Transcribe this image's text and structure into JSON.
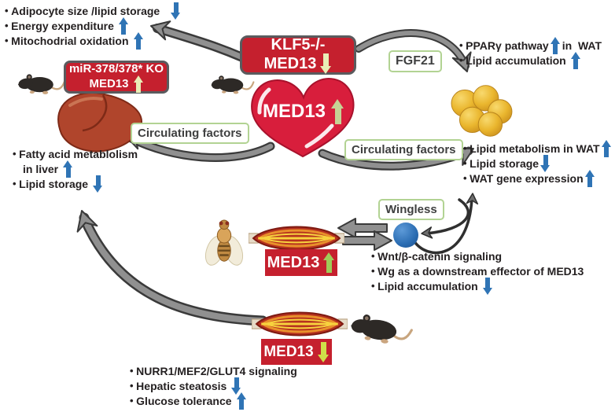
{
  "figure": {
    "title_hint": "MED13 signaling diagram",
    "colors": {
      "red_box": "#c5202e",
      "heart_red": "#d81e3c",
      "label_border_green": "#b2d393",
      "blue_arrow": "#2f74b5",
      "pale_box_arrow": "#e9edb6",
      "gray_connector": "#909090",
      "adipocyte_gold": "#eab62e",
      "muscle_red": "#b7321f",
      "wg_ball_blue": "#2a6cb2"
    },
    "top_left_list": {
      "items": [
        {
          "text": "Adipocyte size /lipid storage",
          "arrow": "down"
        },
        {
          "text": "Energy expenditure",
          "arrow": "up"
        },
        {
          "text": "Mitochodrial oxidation",
          "arrow": "up"
        }
      ]
    },
    "klf5_box": {
      "line1": "KLF5-/-",
      "line2": "MED13",
      "arrow": "down"
    },
    "fgf21_label": "FGF21",
    "top_right_list": {
      "items": [
        {
          "pre": "PPARγ pathway",
          "arrow": "up",
          "post": "in  WAT"
        },
        {
          "pre": "Lipid accumulation",
          "arrow": "up",
          "post": ""
        }
      ]
    },
    "mir_box": {
      "line1": "miR-378/378* KO",
      "line2": "MED13",
      "arrow": "up"
    },
    "heart": {
      "label": "MED13",
      "arrow": "up"
    },
    "circulating_left_label": "Circulating factors",
    "circulating_right_label": "Circulating factors",
    "liver_list": {
      "items": [
        {
          "text": "Fatty acid metablolism",
          "arrow": "none"
        },
        {
          "text": "in liver",
          "arrow": "up"
        },
        {
          "text": "Lipid storage",
          "arrow": "down"
        }
      ]
    },
    "wat_list": {
      "items": [
        {
          "text": "Lipid metabolism in WAT",
          "arrow": "up"
        },
        {
          "text": "Lipid storage",
          "arrow": "down"
        },
        {
          "text": "WAT gene expression",
          "arrow": "up"
        }
      ]
    },
    "wingless_label": "Wingless",
    "muscle1_box": {
      "label": "MED13",
      "arrow": "up"
    },
    "muscle2_box": {
      "label": "MED13",
      "arrow": "down"
    },
    "wnt_list": {
      "items": [
        {
          "text": "Wnt/β-catenin signaling",
          "arrow": "none"
        },
        {
          "text": "Wg as a downstream effector of MED13",
          "arrow": "none"
        },
        {
          "text": "Lipid accumulation",
          "arrow": "down"
        }
      ]
    },
    "bottom_list": {
      "items": [
        {
          "text": "NURR1/MEF2/GLUT4 signaling",
          "arrow": "none"
        },
        {
          "text": "Hepatic steatosis",
          "arrow": "down"
        },
        {
          "text": "Glucose tolerance",
          "arrow": "up"
        }
      ]
    },
    "connections": [
      "heart to top-left effects",
      "KLF5 box via FGF21 to adipose",
      "heart via circulating factors to liver",
      "heart via circulating factors to WAT",
      "muscle to Wg ball (bidirectional)",
      "Wingless to Wg ball",
      "Wg ball to WAT effects",
      "skeletal muscle to liver effects"
    ]
  }
}
